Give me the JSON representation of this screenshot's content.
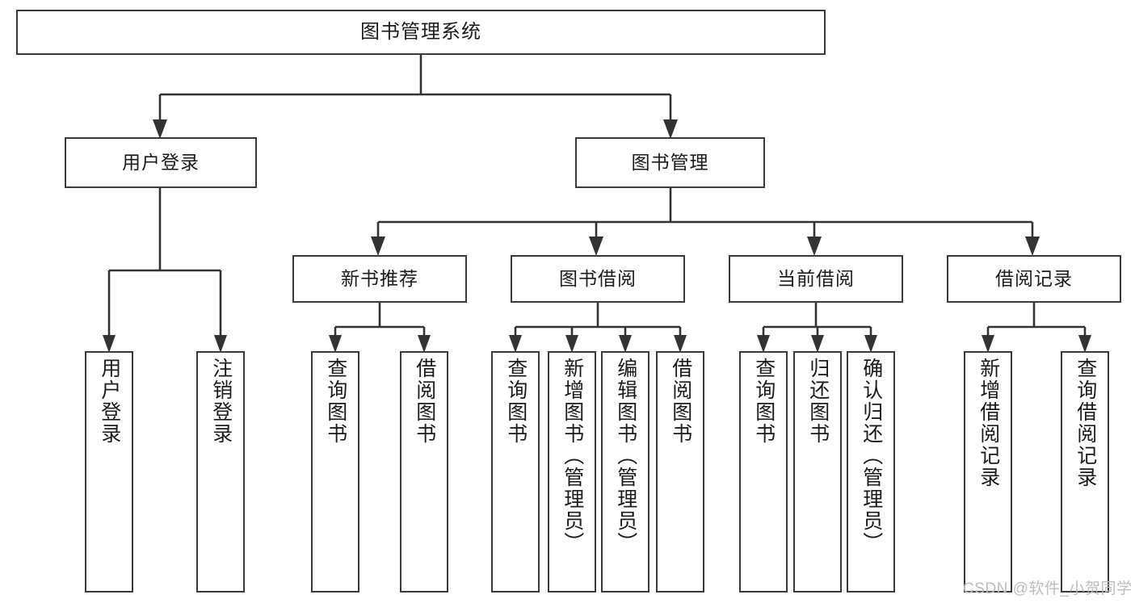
{
  "diagram": {
    "type": "tree-hierarchy",
    "title": "图书管理系统",
    "root": {
      "label": "图书管理系统"
    },
    "level2": [
      {
        "label": "用户登录"
      },
      {
        "label": "图书管理"
      }
    ],
    "level3": [
      {
        "label": "新书推荐"
      },
      {
        "label": "图书借阅"
      },
      {
        "label": "当前借阅"
      },
      {
        "label": "借阅记录"
      }
    ],
    "leaves": {
      "user_login": [
        {
          "label": "用户登录"
        },
        {
          "label": "注销登录"
        }
      ],
      "new_book": [
        {
          "label": "查询图书"
        },
        {
          "label": "借阅图书"
        }
      ],
      "book_borrow": [
        {
          "label": "查询图书"
        },
        {
          "label": "新增图书（管理员）"
        },
        {
          "label": "编辑图书（管理员）"
        },
        {
          "label": "借阅图书"
        }
      ],
      "current_borrow": [
        {
          "label": "查询图书"
        },
        {
          "label": "归还图书"
        },
        {
          "label": "确认归还（管理员）"
        }
      ],
      "borrow_record": [
        {
          "label": "新增借阅记录"
        },
        {
          "label": "查询借阅记录"
        }
      ]
    }
  },
  "watermark": {
    "text": "CSDN @软件_小贺同学"
  },
  "colors": {
    "box_border": "#3a3a3a",
    "box_fill": "#ffffff",
    "text": "#1b1b1b",
    "connector": "#333333",
    "watermark": "#bdbdbd"
  }
}
